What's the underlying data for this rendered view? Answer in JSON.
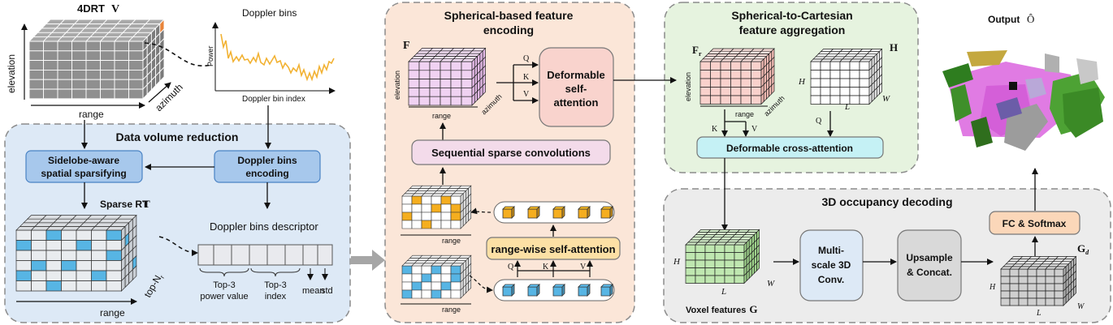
{
  "input": {
    "title": "4DRT",
    "symbol": "V",
    "axis_elevation": "elevation",
    "axis_range": "range",
    "axis_azimuth": "azimuth",
    "doppler_title": "Doppler bins",
    "doppler_power": "Power",
    "doppler_xlabel": "Doppler bin index"
  },
  "data_volume_reduction": {
    "title": "Data volume reduction",
    "sidelobe_line1": "Sidelobe-aware",
    "sidelobe_line2": "spatial sparsifying",
    "doppler_enc_line1": "Doppler bins",
    "doppler_enc_line2": "encoding",
    "sparse_title": "Sparse RT",
    "sparse_symbol": "T",
    "range": "range",
    "topn": "top-N",
    "topn_sub": "r",
    "descriptor_title": "Doppler bins descriptor",
    "top3_power_line1": "Top-3",
    "top3_power_line2": "power value",
    "top3_index_line1": "Top-3",
    "top3_index_line2": "index",
    "mean": "mean",
    "std": "std"
  },
  "spherical_encoding": {
    "title_line1": "Spherical-based feature",
    "title_line2": "encoding",
    "symbol": "F",
    "elevation": "elevation",
    "range": "range",
    "azimuth": "azimuth",
    "q": "Q",
    "k": "K",
    "v": "V",
    "deform_line1": "Deformable",
    "deform_line2": "self-",
    "deform_line3": "attention",
    "seq_sparse": "Sequential sparse convolutions",
    "rangewise": "range-wise self-attention",
    "range_a": "range",
    "range_b": "range"
  },
  "sph_to_cart": {
    "title_line1": "Spherical-to-Cartesian",
    "title_line2": "feature aggregation",
    "fr": "F",
    "fr_sub": "r",
    "h_sym": "H",
    "elevation": "elevation",
    "range": "range",
    "azimuth": "azimuth",
    "h_axis": "H",
    "l_axis": "L",
    "w_axis": "W",
    "k": "K",
    "v": "V",
    "q": "Q",
    "cross_attention": "Deformable cross-attention"
  },
  "output": {
    "title": "Output",
    "symbol": "Ô"
  },
  "occupancy_decoding": {
    "title": "3D occupancy decoding",
    "multiscale_line1": "Multi-",
    "multiscale_line2": "scale 3D",
    "multiscale_line3": "Conv.",
    "upsample_line1": "Upsample",
    "upsample_line2": "& Concat.",
    "fc": "FC & Softmax",
    "gd": "G",
    "gd_sub": "d",
    "voxel_features": "Voxel features",
    "g": "G",
    "h_axis": "H",
    "l_axis": "L",
    "w_axis": "W",
    "h_axis2": "H",
    "l_axis2": "L",
    "w_axis2": "W"
  },
  "colors": {
    "blue_panel": "#dde9f6",
    "orange_panel": "#fbe6d8",
    "green_panel": "#e6f3df",
    "gray_panel": "#ececec",
    "blue_box": "#a7c8ec",
    "pink_box": "#f9d3cd",
    "lavender_box": "#f3dbea",
    "cyan_box": "#c5f1f5",
    "peach_box": "#fbd7b9",
    "yellow_box": "#fce0a5"
  }
}
